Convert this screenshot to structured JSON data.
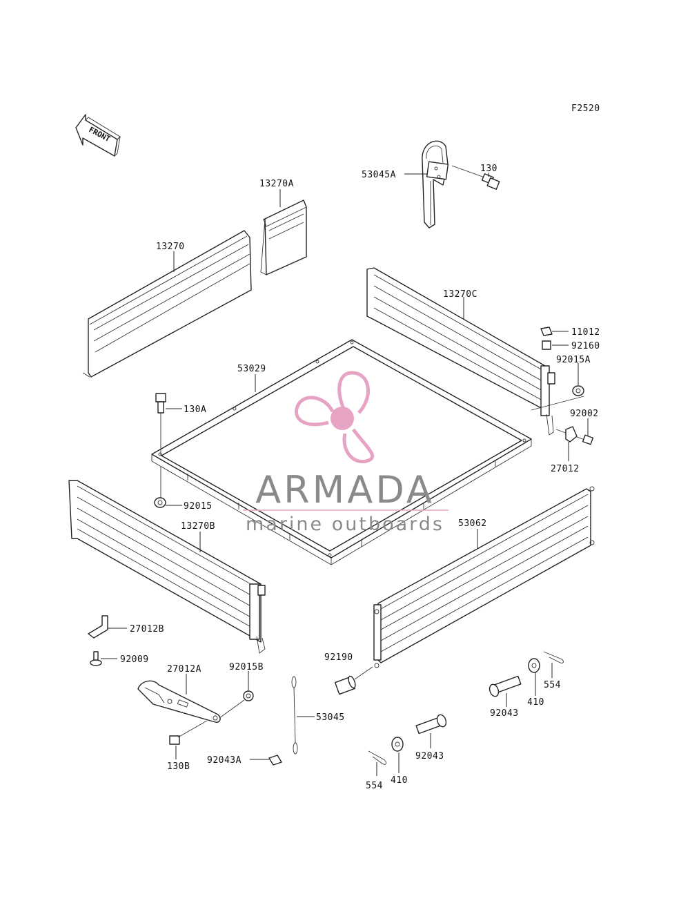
{
  "diagram": {
    "code": "F2520",
    "front_label": "FRONT",
    "labels": {
      "p53045A": "53045A",
      "p130": "130",
      "p13270A": "13270A",
      "p13270": "13270",
      "p13270C": "13270C",
      "p11012": "11012",
      "p92160": "92160",
      "p92015A": "92015A",
      "p53029": "53029",
      "p130A": "130A",
      "p92002": "92002",
      "p27012": "27012",
      "p92015": "92015",
      "p13270B": "13270B",
      "p53062": "53062",
      "p27012B": "27012B",
      "p92009": "92009",
      "p27012A": "27012A",
      "p92015B": "92015B",
      "p92190": "92190",
      "p554_right": "554",
      "p410_right": "410",
      "p92043_right": "92043",
      "p53045": "53045",
      "p130B": "130B",
      "p92043A": "92043A",
      "p554_left": "554",
      "p410_left": "410",
      "p92043_left": "92043"
    }
  },
  "watermark": {
    "brand": "ARMADA",
    "tagline": "marine outboards",
    "color": "#e6a3c3",
    "text_color": "#8a8a8a"
  }
}
